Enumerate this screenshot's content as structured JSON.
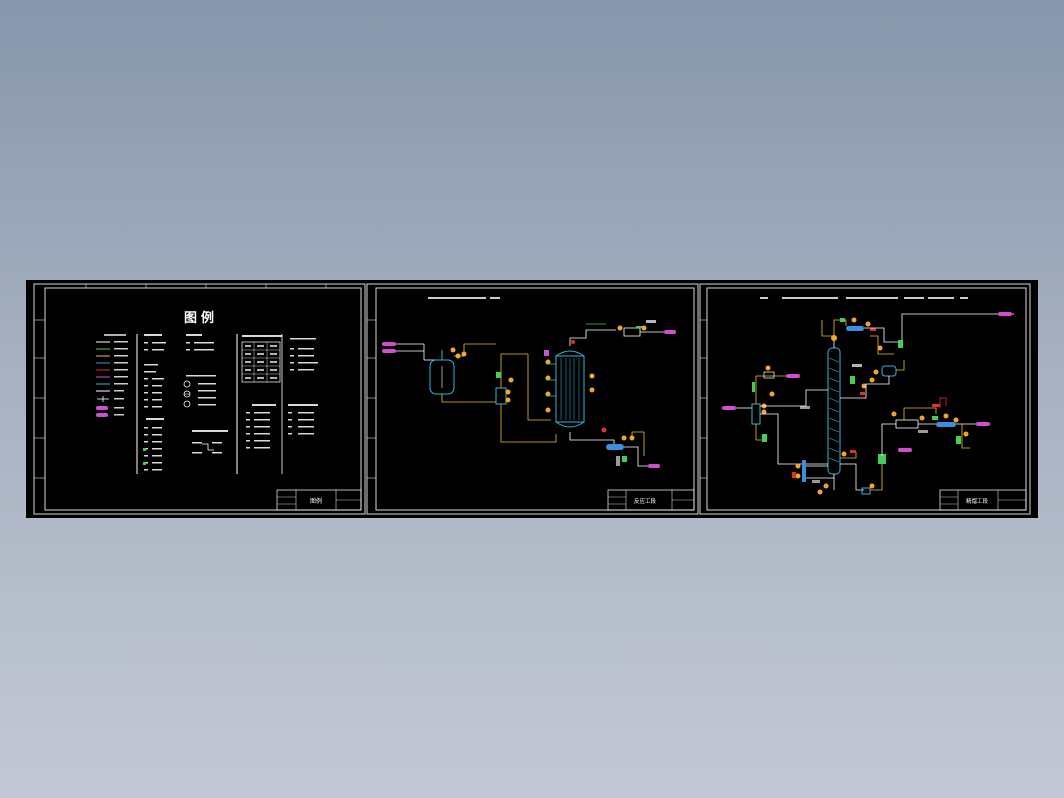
{
  "sheets": [
    {
      "id": "legend",
      "title": "图例",
      "block_title": "图例"
    },
    {
      "id": "reaction",
      "title": "",
      "block_title": "反应工段"
    },
    {
      "id": "distillation",
      "title": "",
      "block_title": "精馏工段"
    }
  ],
  "colors": {
    "background": "#000000",
    "frame": "#d8d8d8",
    "pipe_yellow": "#f0c419",
    "pipe_magenta": "#d04fd0",
    "equipment_cyan": "#2fb7d8",
    "equipment_blue": "#3a8fe0",
    "instrument_orange": "#f5a623",
    "line_green": "#3fcf5a",
    "valve_red": "#e03030",
    "text_white": "#ffffff"
  }
}
